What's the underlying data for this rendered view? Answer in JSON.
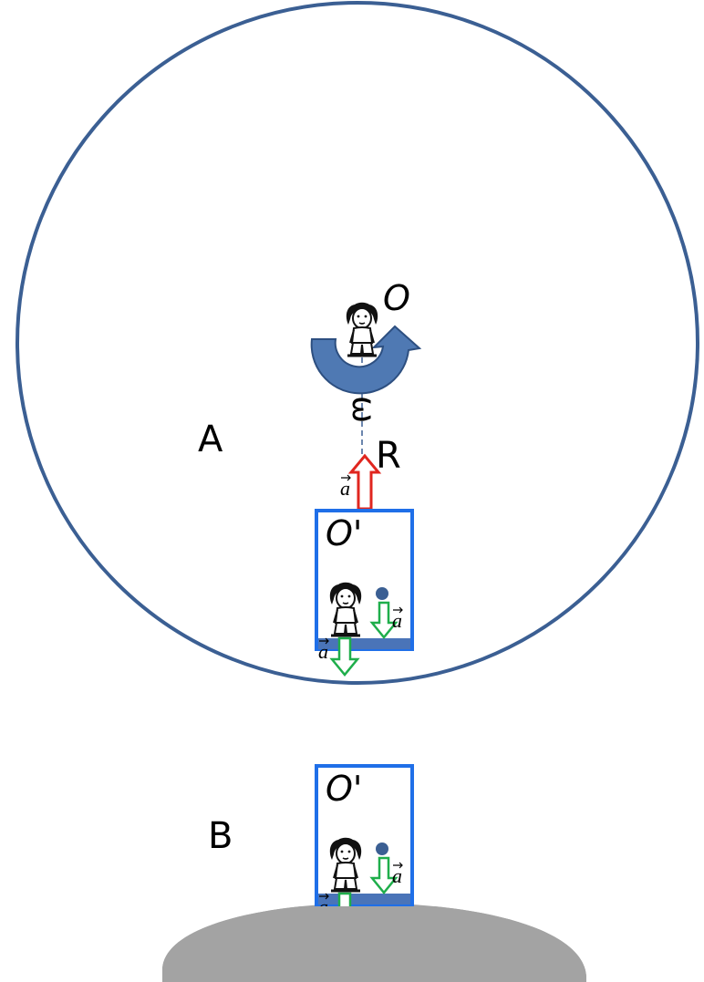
{
  "labels": {
    "center": "O",
    "omega": "ω",
    "scenario_a": "A",
    "radius": "R",
    "frame": "O'",
    "scenario_b": "B",
    "accel": "a"
  },
  "colors": {
    "station": "#3b5f93",
    "cabin": "#1f6fe8",
    "floor": "#4a74b8",
    "centripetal": "#e0261f",
    "gravity": "#1fae4b",
    "ball": "#3b5f93",
    "ground": "#a3a3a3"
  },
  "icons": [
    "person-figure",
    "rotation-arrow",
    "ball",
    "up-arrow",
    "down-arrow"
  ]
}
